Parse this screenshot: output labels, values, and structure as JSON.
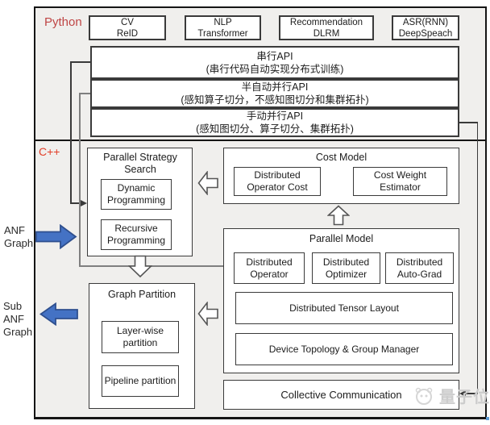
{
  "colors": {
    "frame_background": "#f0efed",
    "box_fill": "#ffffff",
    "box_border": "#3a3a3a",
    "python_label": "#bf4545",
    "cpp_label": "#e23e28",
    "gray_connector": "#7f7f7f",
    "dark_connector": "#3a3a3a",
    "blue_arrow_fill": "#4472c4",
    "blue_arrow_stroke": "#2e4f8e",
    "watermark": "#cccccc"
  },
  "python": {
    "label": "Python",
    "apps": [
      {
        "line1": "CV",
        "line2": "ReID"
      },
      {
        "line1": "NLP",
        "line2": "Transformer"
      },
      {
        "line1": "Recommendation",
        "line2": "DLRM"
      },
      {
        "line1": "ASR(RNN)",
        "line2": "DeepSpeach"
      }
    ],
    "apis": [
      {
        "title": "串行API",
        "subtitle": "(串行代码自动实现分布式训练)"
      },
      {
        "title": "半自动并行API",
        "subtitle": "(感知算子切分，不感知图切分和集群拓扑)"
      },
      {
        "title": "手动并行API",
        "subtitle": "(感知图切分、算子切分、集群拓扑)"
      }
    ]
  },
  "cpp": {
    "label": "C++",
    "parallel_strategy_search": {
      "title": "Parallel Strategy Search",
      "items": [
        "Dynamic Programming",
        "Recursive Programming"
      ]
    },
    "cost_model": {
      "title": "Cost Model",
      "items": [
        "Distributed Operator Cost",
        "Cost Weight Estimator"
      ]
    },
    "parallel_model": {
      "title": "Parallel Model",
      "row_items": [
        "Distributed Operator",
        "Distributed Optimizer",
        "Distributed Auto-Grad"
      ],
      "wide_items": [
        "Distributed Tensor Layout",
        "Device Topology & Group Manager"
      ]
    },
    "graph_partition": {
      "title": "Graph Partition",
      "items": [
        "Layer-wise partition",
        "Pipeline partition"
      ]
    },
    "collective_communication": "Collective Communication"
  },
  "side_labels": {
    "input": "ANF Graph",
    "output": "Sub ANF Graph"
  },
  "watermark": "量子位"
}
